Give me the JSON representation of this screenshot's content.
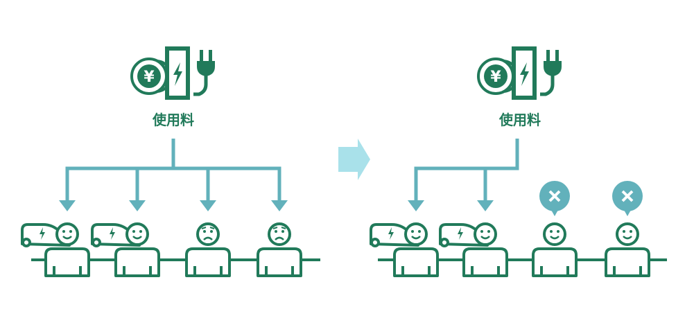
{
  "colors": {
    "green": "#217a5a",
    "teal": "#62b1bb",
    "arrow": "#a9e1ea"
  },
  "panels": [
    {
      "fee_label": "使用料",
      "people": [
        {
          "mood": "happy",
          "has_car": true,
          "rejected": false,
          "receives_arrow": true
        },
        {
          "mood": "happy",
          "has_car": true,
          "rejected": false,
          "receives_arrow": true
        },
        {
          "mood": "sad",
          "has_car": false,
          "rejected": false,
          "receives_arrow": true
        },
        {
          "mood": "sad",
          "has_car": false,
          "rejected": false,
          "receives_arrow": true
        }
      ]
    },
    {
      "fee_label": "使用料",
      "people": [
        {
          "mood": "happy",
          "has_car": true,
          "rejected": false,
          "receives_arrow": true
        },
        {
          "mood": "happy",
          "has_car": true,
          "rejected": false,
          "receives_arrow": true
        },
        {
          "mood": "happy",
          "has_car": false,
          "rejected": true,
          "receives_arrow": false
        },
        {
          "mood": "happy",
          "has_car": false,
          "rejected": true,
          "receives_arrow": false
        }
      ]
    }
  ]
}
